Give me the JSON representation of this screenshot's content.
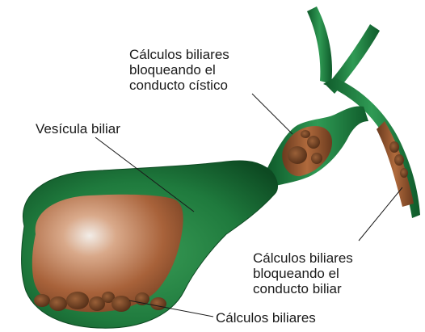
{
  "labels": {
    "cystic_duct_stones": "Cálculos biliares\nbloqueando el\nconducto cístico",
    "gallbladder": "Vesícula biliar",
    "bile_duct_stones": "Cálculos biliares\nbloqueando el\nconducto biliar",
    "gallstones": "Cálculos biliares"
  },
  "colors": {
    "organ_green": "#1f7a3d",
    "organ_dark_green": "#0f4d24",
    "bile_brown": "#9a5a32",
    "stone_brown": "#6b3b1e"
  }
}
